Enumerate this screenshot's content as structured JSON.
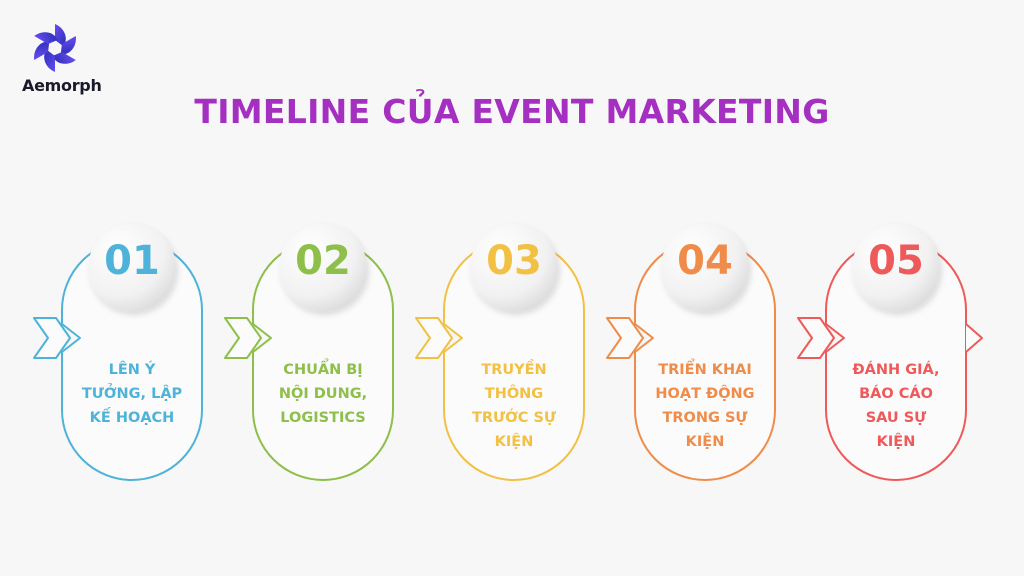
{
  "brand": {
    "name": "Aemorph"
  },
  "title": "TIMELINE CỦA EVENT MARKETING",
  "steps": [
    {
      "number": "01",
      "label": "LÊN Ý TƯỞNG, LẬP KẾ HOẠCH",
      "color": "#4fb3d9"
    },
    {
      "number": "02",
      "label": "CHUẨN BỊ NỘI DUNG, LOGISTICS",
      "color": "#8dbf4a"
    },
    {
      "number": "03",
      "label": "TRUYỀN THÔNG TRƯỚC SỰ KIỆN",
      "color": "#f2c144"
    },
    {
      "number": "04",
      "label": "TRIỂN KHAI HOẠT ĐỘNG TRONG SỰ KIỆN",
      "color": "#f08c4a"
    },
    {
      "number": "05",
      "label": "ĐÁNH GIÁ, BÁO CÁO SAU SỰ KIỆN",
      "color": "#ee5a5a"
    }
  ]
}
